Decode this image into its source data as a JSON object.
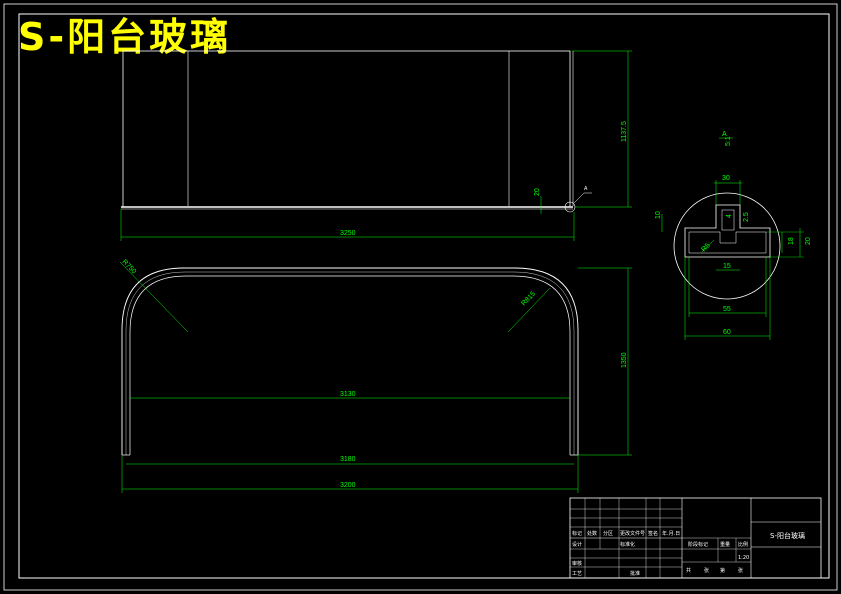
{
  "title": "S-阳台玻璃",
  "front_view": {
    "height_dim": "1137.5",
    "gap_dim": "20",
    "width_dim": "3250",
    "detail_marker": "A"
  },
  "plan_view": {
    "left_radius": "R750",
    "right_radius": "R815",
    "depth_dim": "1350",
    "inner_width_dim": "3130",
    "mid_width_dim": "3180",
    "outer_width_dim": "3200"
  },
  "detail_view": {
    "label": "A",
    "scale": "5:1",
    "dim_top": "30",
    "dim_left": "10",
    "dim_small_a": "4",
    "dim_small_b": "2.5",
    "dim_radius": "R5",
    "dim_slot": "15",
    "dim_inner_height": "18",
    "dim_outer_height": "20",
    "dim_mid_width": "55",
    "dim_outer_width": "60"
  },
  "title_block": {
    "drawing_title": "S-阳台玻璃",
    "left_header_cells": [
      "标记",
      "处数",
      "分区",
      "更改文件号",
      "签名",
      "年.月.日"
    ],
    "left_row_labels": [
      "设计",
      "审核",
      "工艺"
    ],
    "left_row_extra": [
      "标准化",
      "批准"
    ],
    "stage_label": "阶段标记",
    "weight_label": "重量",
    "scale_label": "比例",
    "scale_value": "1:20",
    "sheet_cells": [
      "共",
      "张",
      "第",
      "张"
    ]
  }
}
